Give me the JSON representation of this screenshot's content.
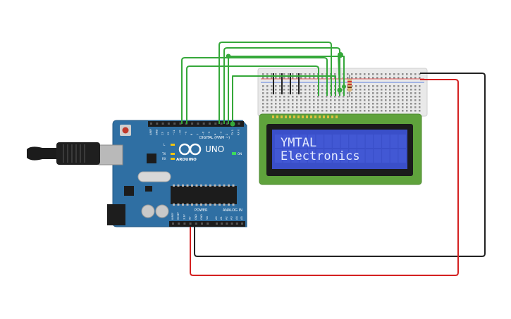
{
  "board": {
    "brand": "ARDUINO",
    "model": "UNO",
    "label_digital": "DIGITAL (PWM ~)",
    "label_power": "POWER",
    "label_analog": "ANALOG IN",
    "label_on": "ON",
    "label_l": "L",
    "label_tx": "TX",
    "label_rx": "RX",
    "digital_pins": [
      "AREF",
      "GND",
      "13",
      "12",
      "~11",
      "~10",
      "~9",
      "8",
      "7",
      "~6",
      "~5",
      "4",
      "~3",
      "2",
      "TX 1",
      "RX 0"
    ],
    "power_pins": [
      "IOREF",
      "RESET",
      "3.3V",
      "5V",
      "GND",
      "GND",
      "Vin"
    ],
    "analog_pins": [
      "A0",
      "A1",
      "A2",
      "A3",
      "A4",
      "A5"
    ]
  },
  "lcd": {
    "line1": "YMTAL",
    "line2": "Electronics"
  },
  "colors": {
    "board": "#2f6fa3",
    "wire_green": "#35a83a",
    "wire_black": "#222222",
    "wire_red": "#d42020",
    "lcd_screen": "#3a4fc9",
    "lcd_pcb": "#5fa23c",
    "breadboard": "#e8e8e8"
  }
}
